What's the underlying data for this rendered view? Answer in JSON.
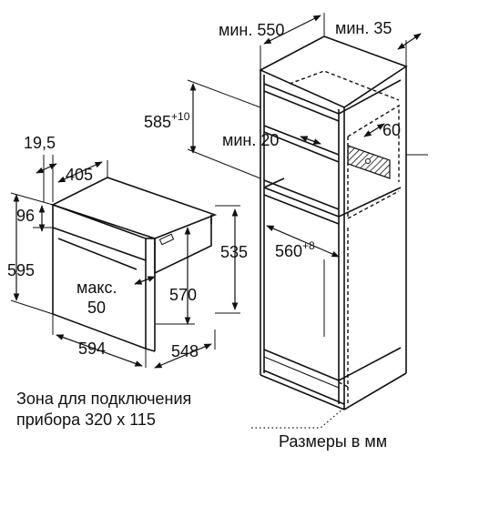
{
  "cabinet": {
    "min_width": "мин. 550",
    "min_rear_gap": "мин. 35",
    "niche_height": "585",
    "niche_height_tol": "+10",
    "min_gap": "мин. 20",
    "vent_depth": "60",
    "niche_width": "560",
    "niche_width_tol": "+8"
  },
  "oven": {
    "front_thickness": "19,5",
    "body_depth": "405",
    "top_offset": "96",
    "total_height": "595",
    "body_height": "535",
    "inner_height": "570",
    "max_label": "макс.",
    "max_value": "50",
    "width": "594",
    "depth": "548"
  },
  "notes": {
    "connection_zone_line1": "Зона для подключения",
    "connection_zone_line2": "прибора 320 x 115",
    "units": "Размеры в мм"
  }
}
